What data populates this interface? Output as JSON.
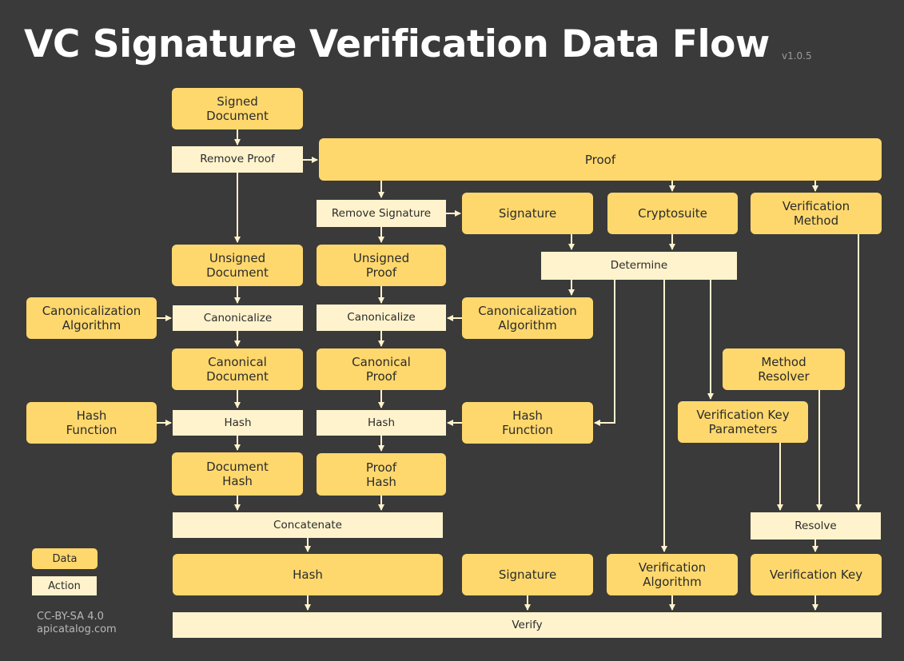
{
  "title": "VC Signature Verification Data Flow",
  "version": "v1.0.5",
  "colors": {
    "background": "#3a3a3a",
    "data": "#fed86d",
    "action": "#fff3cd",
    "arrow": "#fff3cd"
  },
  "nodes": {
    "signed_document": "Signed\nDocument",
    "remove_proof": "Remove Proof",
    "proof": "Proof",
    "remove_signature": "Remove Signature",
    "signature_top": "Signature",
    "cryptosuite": "Cryptosuite",
    "verification_method": "Verification\nMethod",
    "determine": "Determine",
    "unsigned_document": "Unsigned\nDocument",
    "unsigned_proof": "Unsigned\nProof",
    "canon_algo_left": "Canonicalization\nAlgorithm",
    "canonicalize_doc": "Canonicalize",
    "canonicalize_proof": "Canonicalize",
    "canon_algo_right": "Canonicalization\nAlgorithm",
    "canonical_document": "Canonical\nDocument",
    "canonical_proof": "Canonical\nProof",
    "method_resolver": "Method\nResolver",
    "hash_function_left": "Hash\nFunction",
    "hash_doc": "Hash",
    "hash_proof": "Hash",
    "hash_function_right": "Hash\nFunction",
    "verification_key_parameters": "Verification Key\nParameters",
    "document_hash": "Document\nHash",
    "proof_hash": "Proof\nHash",
    "concatenate": "Concatenate",
    "resolve": "Resolve",
    "hash_combined": "Hash",
    "signature_bottom": "Signature",
    "verification_algorithm": "Verification\nAlgorithm",
    "verification_key": "Verification Key",
    "verify": "Verify"
  },
  "legend": {
    "data": "Data",
    "action": "Action"
  },
  "license": {
    "line1": "CC-BY-SA 4.0",
    "line2": "apicatalog.com"
  }
}
